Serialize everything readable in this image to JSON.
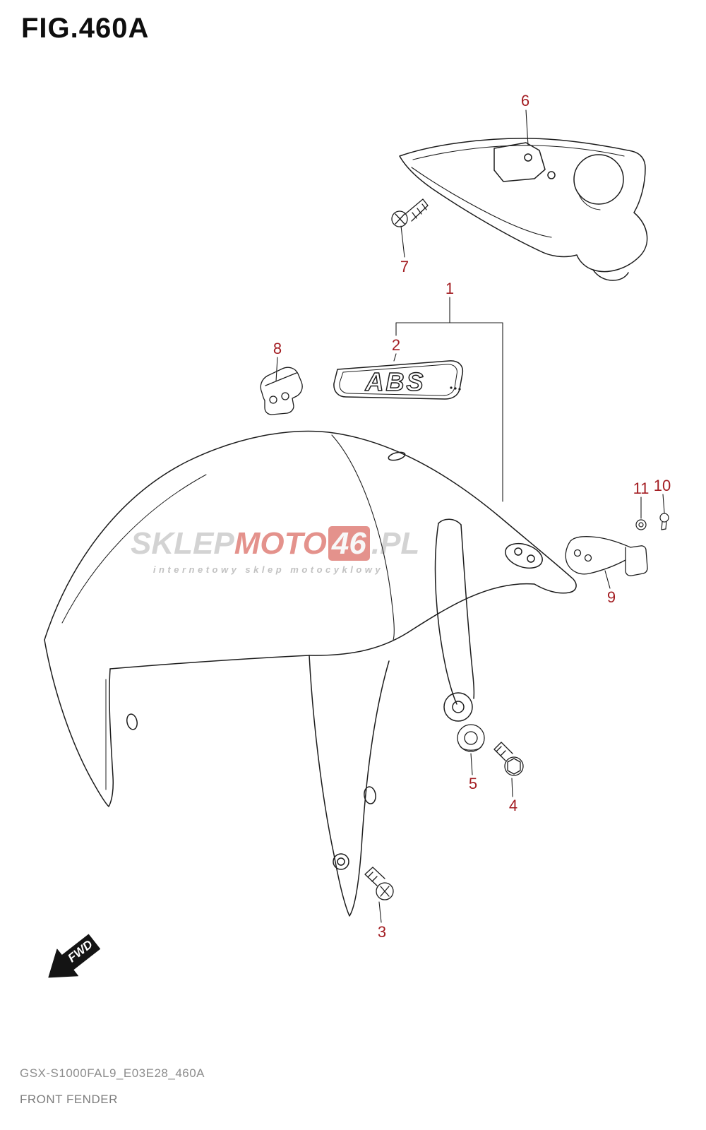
{
  "page": {
    "title": "FIG.460A",
    "part_code": "GSX-S1000FAL9_E03E28_460A",
    "part_name": "FRONT FENDER"
  },
  "emblem": {
    "text": "ABS"
  },
  "fwd": {
    "label": "FWD"
  },
  "watermark": {
    "brand_gray1": "SKLEP",
    "brand_red": "MOTO",
    "brand_box": "46",
    "brand_gray2": ".PL",
    "tagline": "internetowy sklep motocyklowy"
  },
  "callouts": [
    "1",
    "2",
    "3",
    "4",
    "5",
    "6",
    "7",
    "8",
    "9",
    "10",
    "11"
  ],
  "colors": {
    "callout_red": "#a31d22",
    "line_black": "#1c1c1c",
    "footer_gray": "#8d8d8d",
    "watermark_gray": "#b0b0b0",
    "watermark_red": "#cf3a30"
  }
}
